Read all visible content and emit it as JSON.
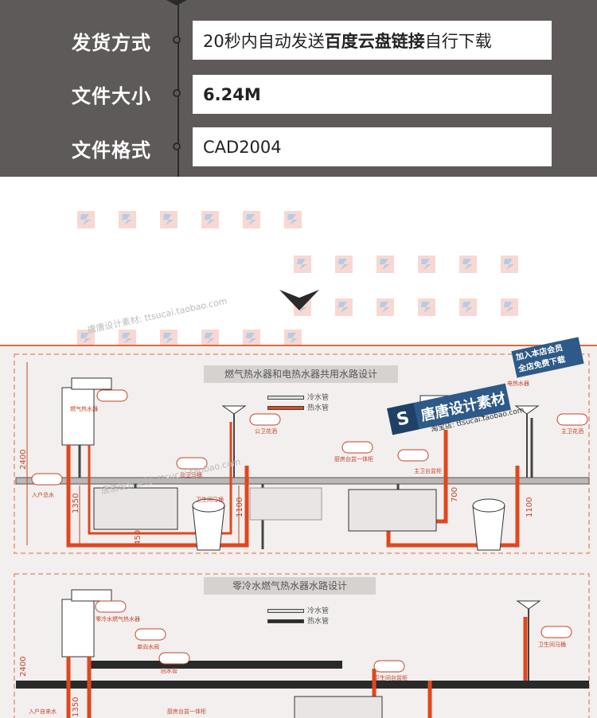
{
  "info": {
    "rows": [
      {
        "label": "发货方式",
        "value_pre": "20秒内自动发送",
        "value_bold": "百度云盘链接",
        "value_post": "自行下载"
      },
      {
        "label": "文件大小",
        "value_bold": "6.24M"
      },
      {
        "label": "文件格式",
        "value": "CAD2004"
      }
    ]
  },
  "watermark": {
    "site_text_1": "唐唐设计素材: ttsucai.taobao.com",
    "site_text_2": "唐唐设计素材: ttsucai.taobao.com"
  },
  "brand": {
    "logo_glyph": "S",
    "name": "唐唐设计素材",
    "sub": "淘宝店: ttsucai.taobao.com",
    "promo_line1": "加入本店会员",
    "promo_line2": "全店免费下载"
  },
  "drawing": {
    "title_1": "燃气热水器和电热水器共用水路设计",
    "title_2": "零冷水燃气热水器水路设计",
    "legend_cold": "冷水管",
    "legend_hot": "热水管",
    "labels_1": [
      "燃气热水器",
      "公卫花洒",
      "厨房台盆一体柜",
      "主卫台盆柜",
      "电热水器",
      "主卫花洒",
      "卫生间马桶",
      "入户总水",
      "公卫马桶"
    ],
    "labels_2": [
      "零冷水燃气热水器",
      "单向水阀",
      "回水管",
      "卫生间台盆柜",
      "厨房台盆一体柜",
      "入户自来水",
      "卫生间马桶"
    ],
    "dims": [
      "2400",
      "1350",
      "1100",
      "450",
      "700"
    ],
    "colors": {
      "hot": "#e0471e",
      "cold": "#444444",
      "accent": "#e06a3c"
    }
  }
}
